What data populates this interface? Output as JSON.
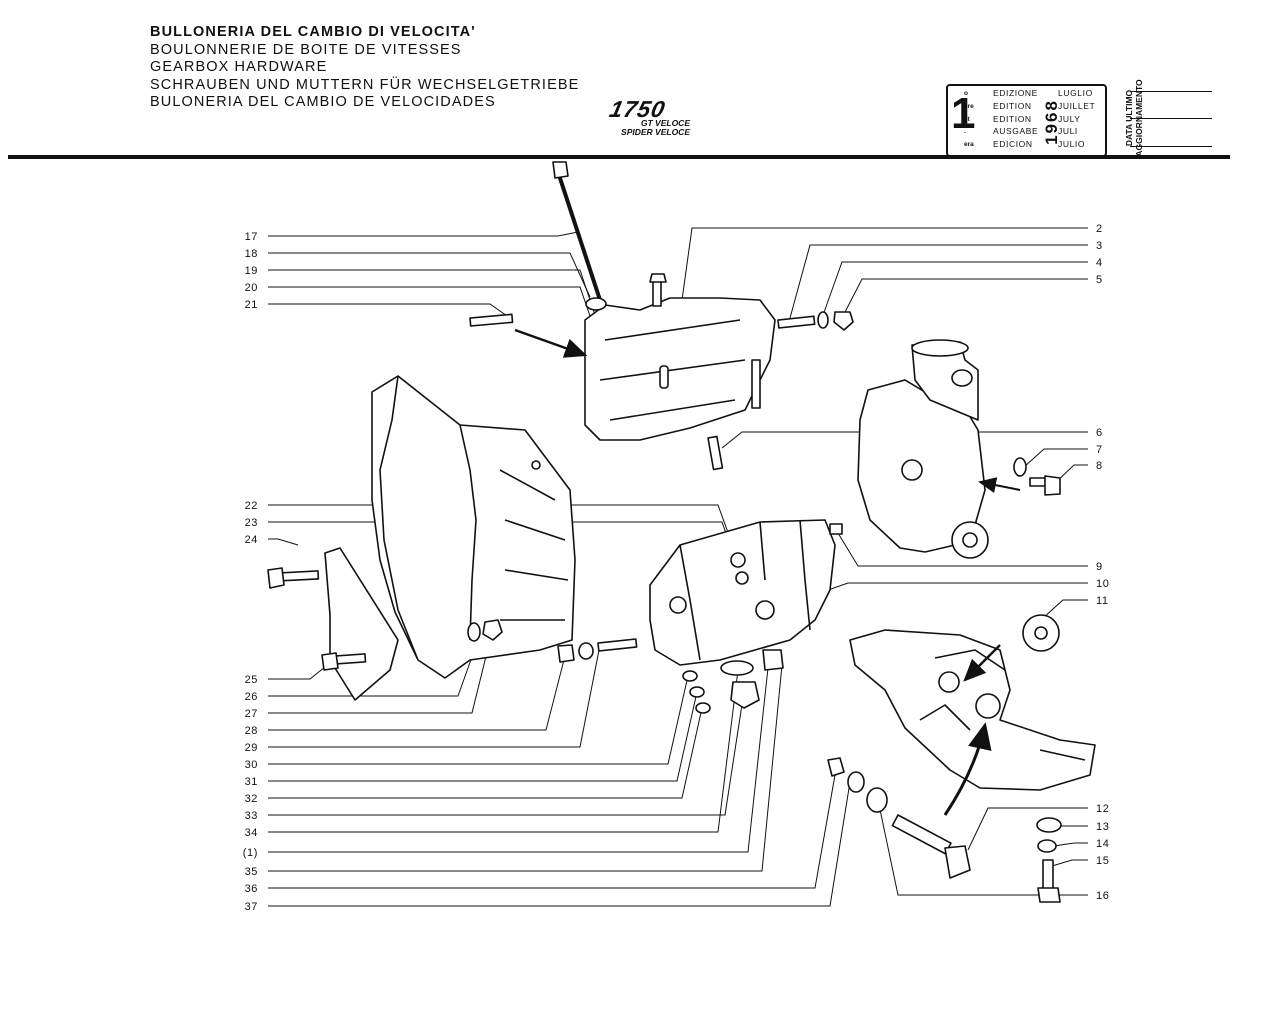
{
  "header": {
    "titles": [
      "BULLONERIA DEL CAMBIO DI VELOCITA'",
      "BOULONNERIE DE BOITE DE VITESSES",
      "GEARBOX HARDWARE",
      "SCHRAUBEN UND MUTTERN FÜR WECHSELGETRIEBE",
      "BULONERIA DEL CAMBIO DE VELOCIDADES"
    ],
    "model": "1750",
    "variants": [
      "GT VELOCE",
      "SPIDER VELOCE"
    ]
  },
  "edition_box": {
    "number": "1",
    "superscripts": [
      "o",
      "ere",
      "st",
      ".",
      "era"
    ],
    "words": [
      "EDIZIONE",
      "EDITION",
      "EDITION",
      "AUSGABE",
      "EDICION"
    ],
    "year": "1968",
    "months": [
      "LUGLIO",
      "JUILLET",
      "JULY",
      "JULI",
      "JULIO"
    ],
    "update_label": [
      "DATA ULTIMO",
      "AGGIORNAMENTO"
    ]
  },
  "callouts_left": [
    "17",
    "18",
    "19",
    "20",
    "21",
    "22",
    "23",
    "24",
    "25",
    "26",
    "27",
    "28",
    "29",
    "30",
    "31",
    "32",
    "33",
    "34",
    "(1)",
    "35",
    "36",
    "37"
  ],
  "callouts_right": [
    "2",
    "3",
    "4",
    "5",
    "6",
    "7",
    "8",
    "9",
    "10",
    "11",
    "12",
    "13",
    "14",
    "15",
    "16"
  ]
}
